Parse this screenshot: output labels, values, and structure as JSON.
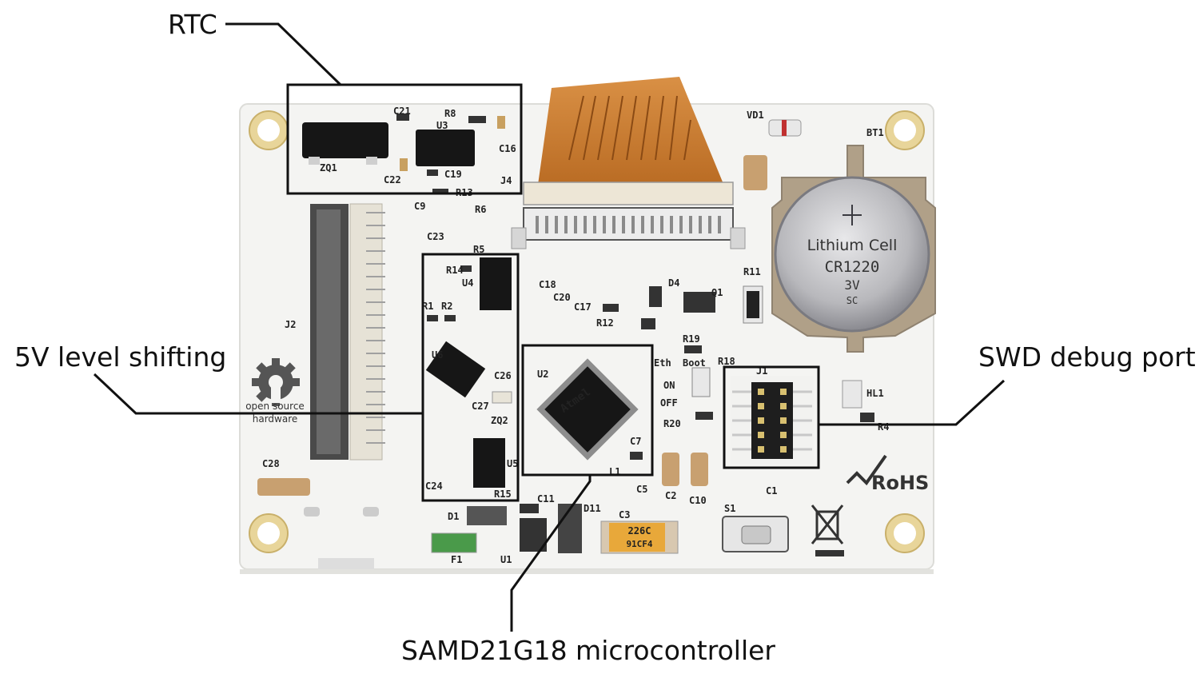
{
  "callouts": {
    "rtc": "RTC",
    "level_shift": "5V level shifting",
    "swd": "SWD debug port",
    "mcu": "SAMD21G18 microcontroller"
  },
  "silkscreen": {
    "zq1": "ZQ1",
    "c21": "C21",
    "r8": "R8",
    "u3": "U3",
    "c16": "C16",
    "c22": "C22",
    "c19": "C19",
    "r13": "R13",
    "j4": "J4",
    "c9": "C9",
    "r6": "R6",
    "c23": "C23",
    "r5": "R5",
    "r14": "R14",
    "u4": "U4",
    "r1": "R1",
    "r2": "R2",
    "u6": "U6",
    "c26": "C26",
    "c27": "C27",
    "zq2": "ZQ2",
    "u5": "U5",
    "c24": "C24",
    "r15": "R15",
    "u2": "U2",
    "c7": "C7",
    "l1": "L1",
    "c5": "C5",
    "c18": "C18",
    "c20": "C20",
    "c17": "C17",
    "r12": "R12",
    "d4": "D4",
    "q1": "Q1",
    "r19": "R19",
    "eth": "Eth",
    "boot": "Boot",
    "r18": "R18",
    "on": "ON",
    "off": "OFF",
    "r20": "R20",
    "c2": "C2",
    "c10": "C10",
    "j1": "J1",
    "r11": "R11",
    "vd1": "VD1",
    "bt1": "BT1",
    "hl1": "HL1",
    "r4": "R4",
    "c1": "C1",
    "s1": "S1",
    "c11": "C11",
    "d11": "D11",
    "c3": "C3",
    "d1": "D1",
    "f1": "F1",
    "u1": "U1",
    "j2": "J2",
    "c28": "C28",
    "osh_line1": "open source",
    "osh_line2": "hardware",
    "rohs": "RoHS",
    "cap_value": "226C",
    "cap_code": "91CF4",
    "chip_brand": "Atmel"
  },
  "battery": {
    "line1": "Lithium Cell",
    "line2": "CR1220",
    "line3": "3V",
    "line4": "SC"
  },
  "colors": {
    "board": "#f4f4f2",
    "gold": "#e8d59a",
    "flex_cable": "#c87a2a",
    "chip": "#161616",
    "callout_line": "#111111"
  }
}
